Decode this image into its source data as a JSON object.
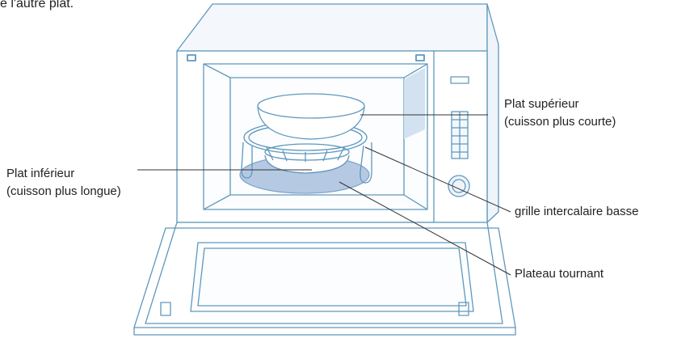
{
  "top_text": "e l'autre plat.",
  "labels": {
    "upper_dish_line1": "Plat supérieur",
    "upper_dish_line2": "(cuisson plus courte)",
    "lower_dish_line1": "Plat inférieur",
    "lower_dish_line2": "(cuisson plus longue)",
    "low_rack": "grille intercalaire basse",
    "turntable": "Plateau tournant"
  },
  "colors": {
    "outline": "#5f98bd",
    "panel_fill": "#d3e2f0",
    "turntable_fill": "#b6c9e3",
    "leader_line": "#333333"
  }
}
